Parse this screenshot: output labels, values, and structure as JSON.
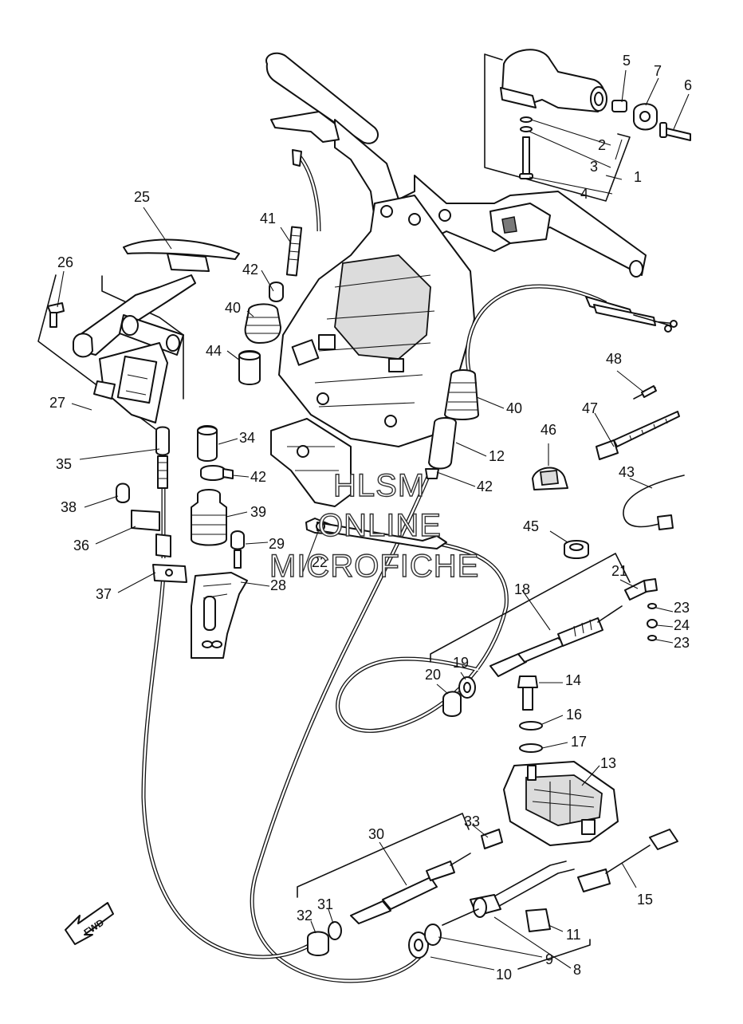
{
  "watermark": {
    "line1": "HLSM",
    "line2": "ONLINE",
    "line3": "MICROFICHE"
  },
  "direction_badge": "FWD",
  "callouts": [
    {
      "id": "c1",
      "label": "1"
    },
    {
      "id": "c2",
      "label": "2"
    },
    {
      "id": "c3",
      "label": "3"
    },
    {
      "id": "c4",
      "label": "4"
    },
    {
      "id": "c5",
      "label": "5"
    },
    {
      "id": "c6",
      "label": "6"
    },
    {
      "id": "c7",
      "label": "7"
    },
    {
      "id": "c8",
      "label": "8"
    },
    {
      "id": "c9",
      "label": "9"
    },
    {
      "id": "c10",
      "label": "10"
    },
    {
      "id": "c11",
      "label": "11"
    },
    {
      "id": "c12",
      "label": "12"
    },
    {
      "id": "c13",
      "label": "13"
    },
    {
      "id": "c14",
      "label": "14"
    },
    {
      "id": "c15",
      "label": "15"
    },
    {
      "id": "c16",
      "label": "16"
    },
    {
      "id": "c17",
      "label": "17"
    },
    {
      "id": "c18",
      "label": "18"
    },
    {
      "id": "c19",
      "label": "19"
    },
    {
      "id": "c20",
      "label": "20"
    },
    {
      "id": "c21",
      "label": "21"
    },
    {
      "id": "c22",
      "label": "22"
    },
    {
      "id": "c23a",
      "label": "23"
    },
    {
      "id": "c23b",
      "label": "23"
    },
    {
      "id": "c24",
      "label": "24"
    },
    {
      "id": "c25",
      "label": "25"
    },
    {
      "id": "c26",
      "label": "26"
    },
    {
      "id": "c27",
      "label": "27"
    },
    {
      "id": "c28",
      "label": "28"
    },
    {
      "id": "c29",
      "label": "29"
    },
    {
      "id": "c30",
      "label": "30"
    },
    {
      "id": "c31",
      "label": "31"
    },
    {
      "id": "c32",
      "label": "32"
    },
    {
      "id": "c33",
      "label": "33"
    },
    {
      "id": "c34",
      "label": "34"
    },
    {
      "id": "c35",
      "label": "35"
    },
    {
      "id": "c36",
      "label": "36"
    },
    {
      "id": "c37",
      "label": "37"
    },
    {
      "id": "c38",
      "label": "38"
    },
    {
      "id": "c39",
      "label": "39"
    },
    {
      "id": "c40a",
      "label": "40"
    },
    {
      "id": "c40b",
      "label": "40"
    },
    {
      "id": "c41",
      "label": "41"
    },
    {
      "id": "c42a",
      "label": "42"
    },
    {
      "id": "c42b",
      "label": "42"
    },
    {
      "id": "c42c",
      "label": "42"
    },
    {
      "id": "c43",
      "label": "43"
    },
    {
      "id": "c44",
      "label": "44"
    },
    {
      "id": "c45",
      "label": "45"
    },
    {
      "id": "c46",
      "label": "46"
    },
    {
      "id": "c47",
      "label": "47"
    },
    {
      "id": "c48",
      "label": "48"
    }
  ]
}
